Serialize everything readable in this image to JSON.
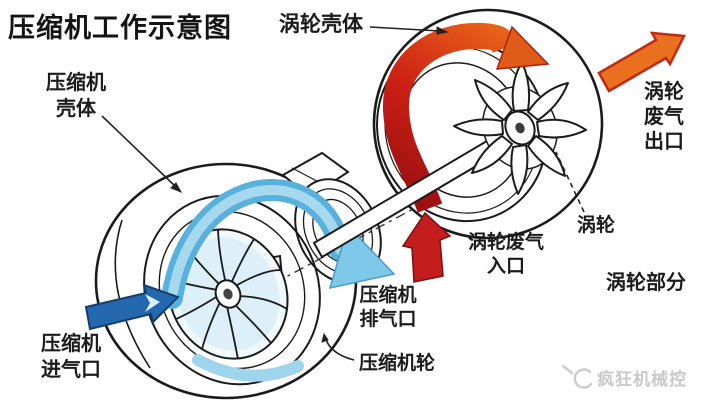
{
  "page": {
    "background": "#ffffff",
    "title": "压缩机工作示意图"
  },
  "diagram": {
    "type": "turbocharger-working-schematic",
    "labels": {
      "compressor_housing": "压缩机\n壳体",
      "turbine_housing": "涡轮壳体",
      "turbine_exhaust_outlet": "涡轮\n废气\n出口",
      "turbine": "涡轮",
      "turbine_exhaust_inlet": "涡轮废气\n入口",
      "turbine_section": "涡轮部分",
      "compressor_exhaust_outlet": "压缩机\n排气口",
      "compressor_wheel": "压缩机轮",
      "compressor_intake": "压缩机\n进气口"
    },
    "colors": {
      "ink": "#1b1b1b",
      "intake_arrow": "#2468b0",
      "compressed_air": "#58b0dc",
      "compressed_air_light": "#a6d8ee",
      "exhaust_red": "#c41d1d",
      "exhaust_orange": "#e8701e"
    }
  },
  "watermark": {
    "text": "疯狂机械控",
    "color": "#c9c9c9"
  }
}
